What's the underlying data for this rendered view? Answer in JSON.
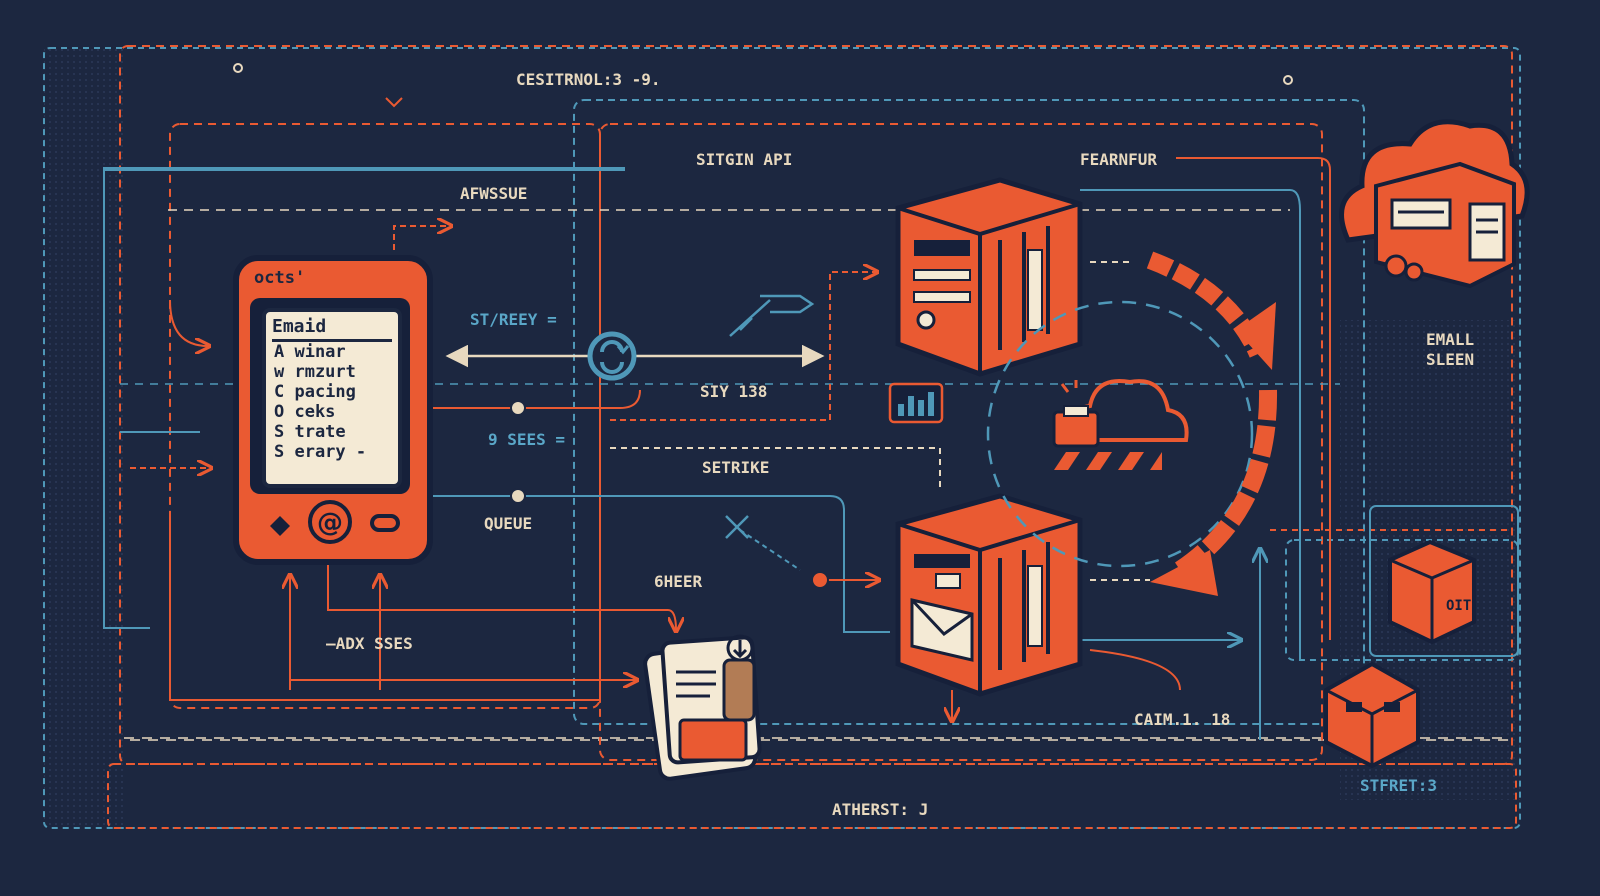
{
  "labels": {
    "top_center": "CESITRNOL:3 -9.",
    "afwssue": "AFWSSUE",
    "sitgin_api": "SITGIN API",
    "fearnfur": "FEARNFUR",
    "st_reey": "ST/REEY =",
    "siy_138": "SIY 138",
    "sees_9": "9 SEES =",
    "setrike": "SETRIKE",
    "queue": "QUEUE",
    "sheer": "6HEER",
    "adx_sses": "—ADX SSES",
    "caim": "CAIM.1. 18",
    "atherst": "ATHERST: J",
    "stfret": "STFRET:3",
    "emall_line1": "EMALL",
    "emall_line2": "SLEEN"
  },
  "phone": {
    "title": "octs'",
    "screen_header": "Emaid",
    "lines": [
      "A winar",
      "w rmzurt",
      "C pacing",
      "O ceks",
      "S trate",
      "S erary -"
    ]
  },
  "colors": {
    "background": "#1c2740",
    "orange": "#ea5a32",
    "blue": "#4f98b8",
    "cream": "#e8d9bf",
    "dark": "#16203a"
  },
  "icons": [
    "phone-icon",
    "at-sign-icon",
    "sync-icon",
    "server-icon",
    "mail-server-icon",
    "cloud-lock-icon",
    "bar-chart-icon",
    "cloud-server-icon",
    "document-stack-icon",
    "package-icon",
    "refresh-arrows-icon"
  ]
}
